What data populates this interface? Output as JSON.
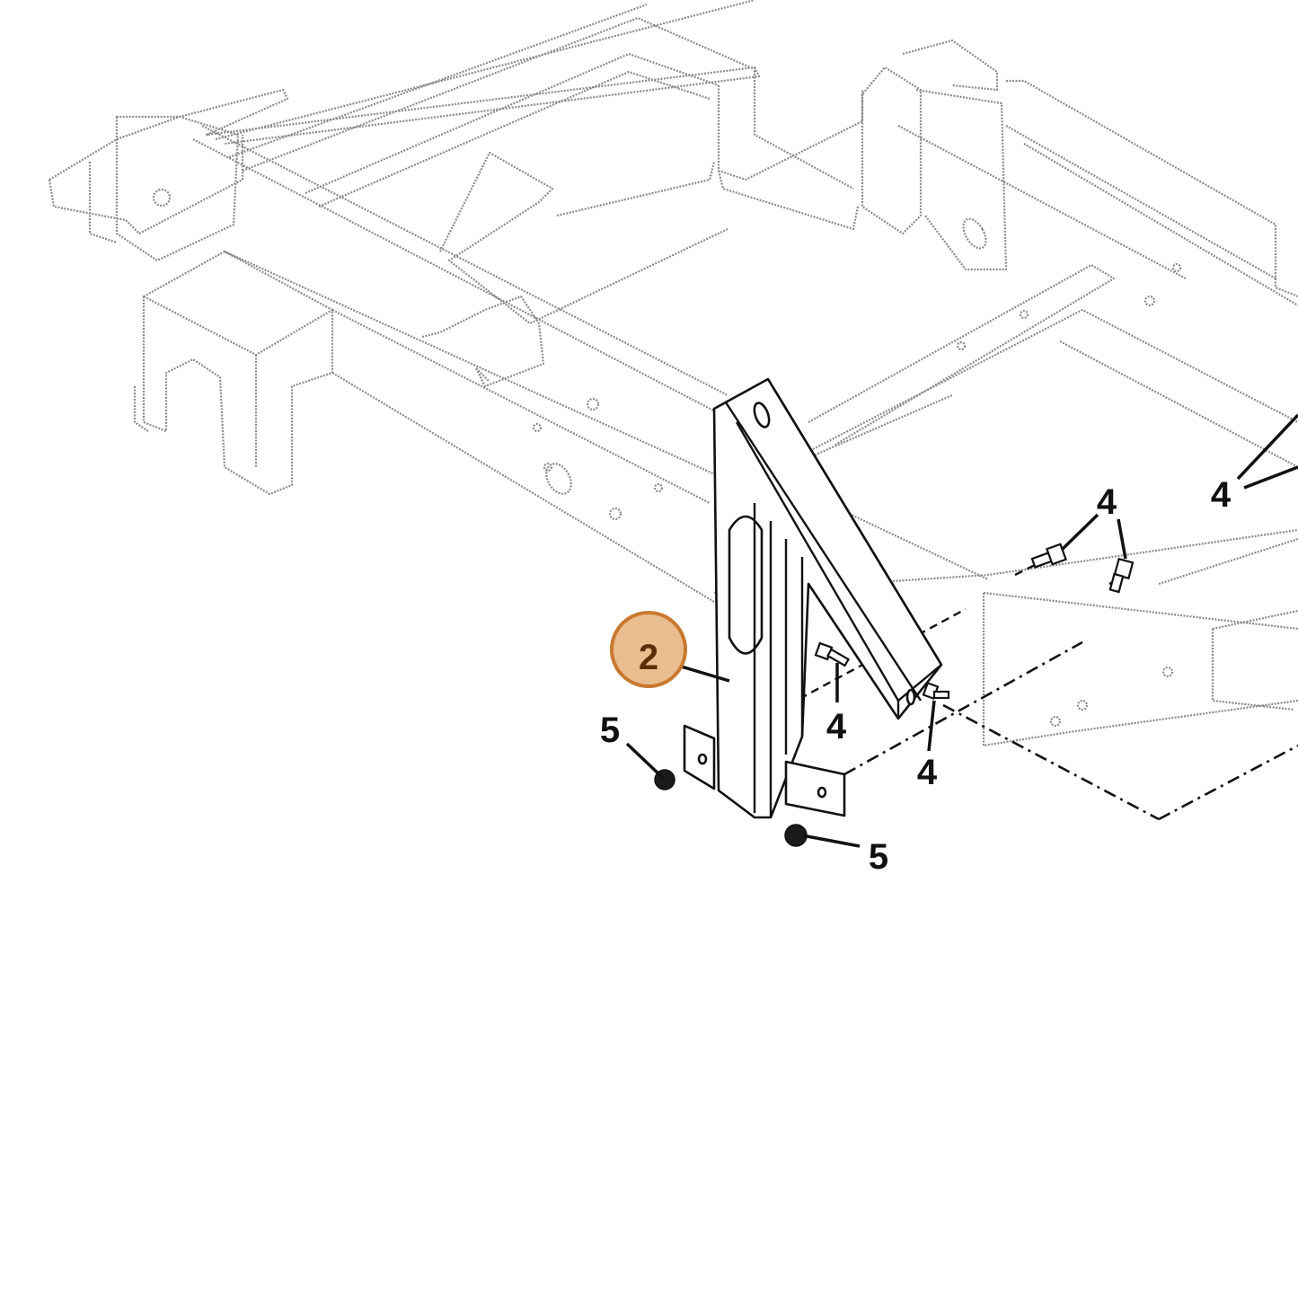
{
  "callouts": {
    "highlighted": "2",
    "label_4a": "4",
    "label_4b": "4",
    "label_4c": "4",
    "label_4d": "4",
    "label_5a": "5",
    "label_5b": "5"
  },
  "colors": {
    "highlight_fill": "#e9bd8e",
    "highlight_stroke": "#c8782f",
    "line_dark": "#111111",
    "line_ghost": "#8a8a8a"
  }
}
